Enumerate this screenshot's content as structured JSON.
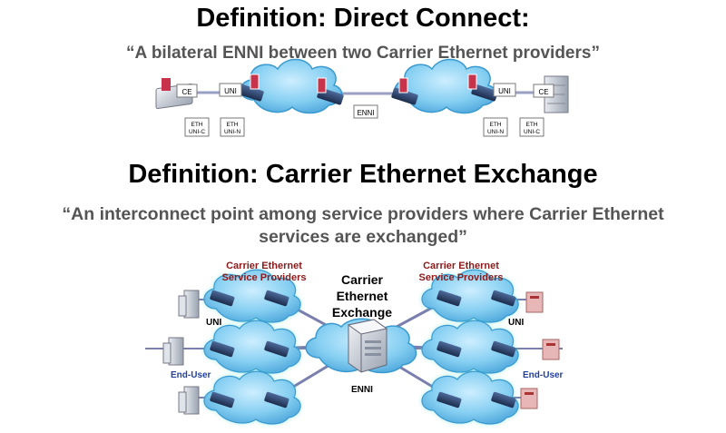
{
  "direct_connect": {
    "title": "Definition: Direct Connect:",
    "quote": "“A bilateral ENNI between two Carrier Ethernet providers”",
    "labels": {
      "ce_left": "CE",
      "ce_right": "CE",
      "uni_left": "UNI",
      "uni_right": "UNI",
      "enni": "ENNI",
      "eth": "ETH",
      "uni_c": "UNI-C",
      "uni_n": "UNI-N"
    }
  },
  "exchange": {
    "title": "Definition: Carrier Ethernet Exchange",
    "quote_line1": "“An interconnect point among service providers where Carrier Ethernet",
    "quote_line2": "services are exchanged”",
    "providers_left_1": "Carrier Ethernet",
    "providers_left_2": "Service Providers",
    "providers_right_1": "Carrier Ethernet",
    "providers_right_2": "Service Providers",
    "center_1": "Carrier",
    "center_2": "Ethernet",
    "center_3": "Exchange",
    "uni_left": "UNI",
    "uni_right": "UNI",
    "end_user_left": "End-User",
    "end_user_right": "End-User",
    "enni": "ENNI"
  },
  "colors": {
    "cloud": "#7ec8ee",
    "cloud_edge": "#3a9ad0",
    "cloud_glow": "#3fe0d0",
    "provider_label": "#8b1a1a",
    "end_user_label": "#1f3f9f",
    "device": "#2a3f66",
    "line": "#7a7fae"
  }
}
